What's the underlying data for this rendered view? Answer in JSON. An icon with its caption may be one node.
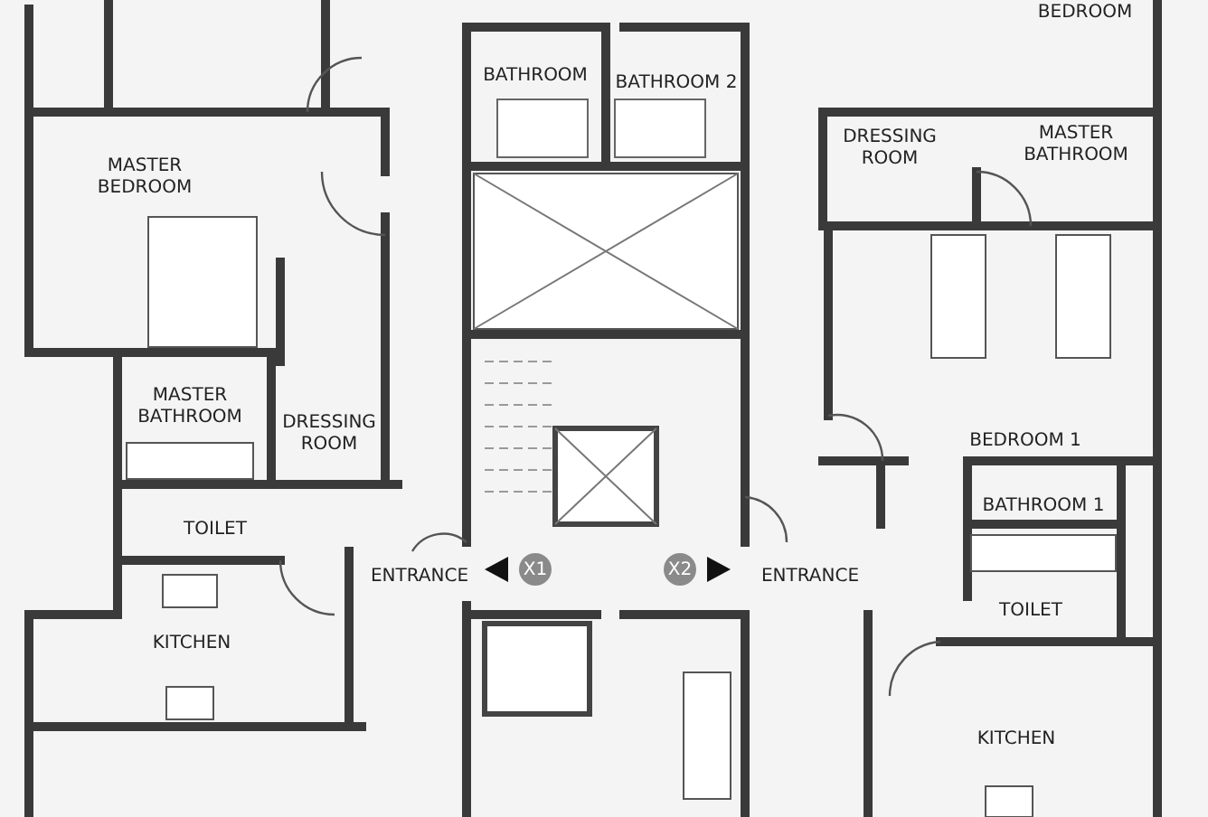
{
  "diagram": {
    "labels": [
      "BEDROOM",
      "BATHROOM",
      "BATHROOM 2",
      "MASTER BEDROOM",
      "DRESSING ROOM",
      "MASTER BATHROOM",
      "MASTER BATHROOM",
      "DRESSING ROOM",
      "BEDROOM 1",
      "BATHROOM 1",
      "TOILET",
      "ENTRANCE",
      "X1",
      "X2",
      "ENTRANCE",
      "TOILET",
      "KITCHEN",
      "KITCHEN"
    ]
  }
}
